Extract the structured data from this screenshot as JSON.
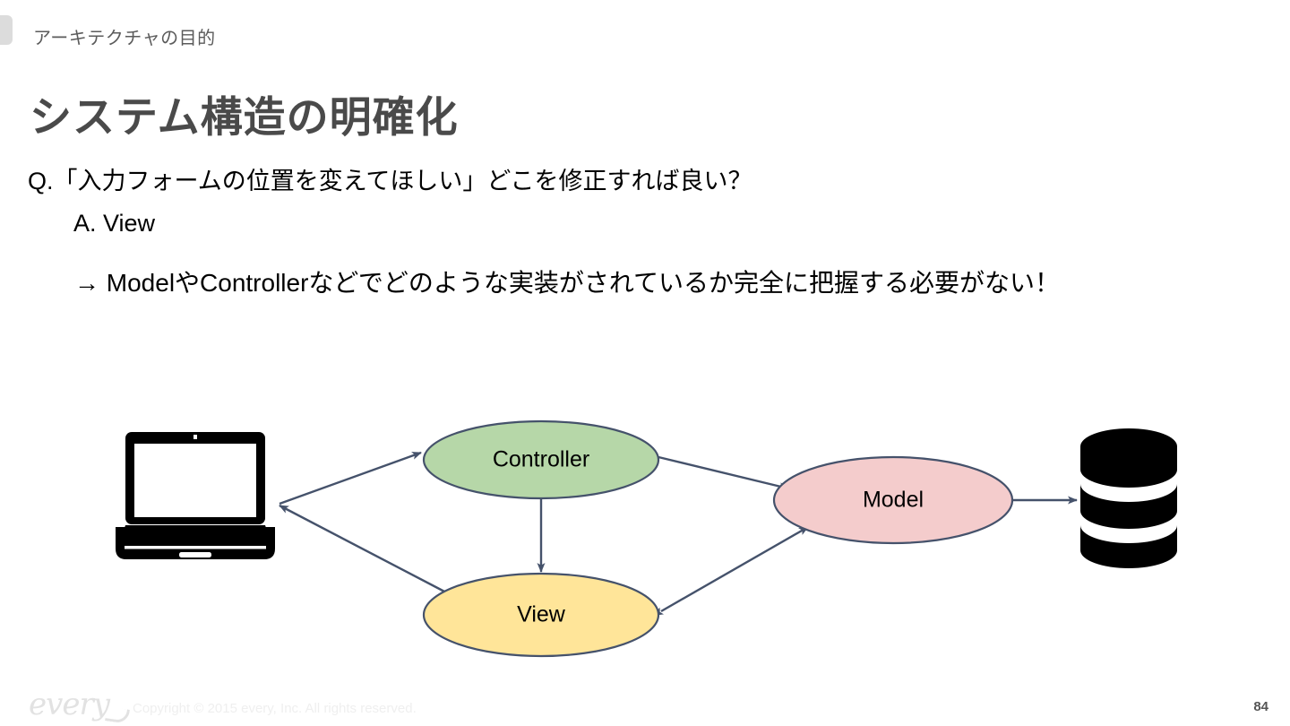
{
  "header": {
    "eyebrow": "アーキテクチャの目的",
    "accent_color": "#dcdcdc"
  },
  "title": "システム構造の明確化",
  "body": {
    "question": "Q.「入力フォームの位置を変えてほしい」どこを修正すれば良い？",
    "answer": "A. View",
    "conclusion": "→ ModelやControllerなどでどのような実装がされているか完全に把握する必要がない！"
  },
  "diagram": {
    "type": "mvc-flow",
    "nodes": [
      {
        "id": "client",
        "label": "",
        "shape": "laptop-icon",
        "fill": "#000000"
      },
      {
        "id": "controller",
        "label": "Controller",
        "shape": "ellipse",
        "fill": "#b6d7a8",
        "stroke": "#45526b"
      },
      {
        "id": "view",
        "label": "View",
        "shape": "ellipse",
        "fill": "#ffe599",
        "stroke": "#45526b"
      },
      {
        "id": "model",
        "label": "Model",
        "shape": "ellipse",
        "fill": "#f4cccc",
        "stroke": "#45526b"
      },
      {
        "id": "database",
        "label": "",
        "shape": "database-cylinder",
        "fill": "#000000"
      }
    ],
    "edges": [
      {
        "from": "client",
        "to": "controller",
        "direction": "one-way"
      },
      {
        "from": "controller",
        "to": "view",
        "direction": "one-way"
      },
      {
        "from": "controller",
        "to": "model",
        "direction": "one-way"
      },
      {
        "from": "view",
        "to": "model",
        "direction": "two-way"
      },
      {
        "from": "view",
        "to": "client",
        "direction": "one-way"
      },
      {
        "from": "model",
        "to": "database",
        "direction": "two-way"
      }
    ],
    "edge_color": "#45526b"
  },
  "footer": {
    "logo": "every",
    "copyright": "Copyright © 2015 every, Inc. All rights reserved.",
    "page_number": "84"
  }
}
